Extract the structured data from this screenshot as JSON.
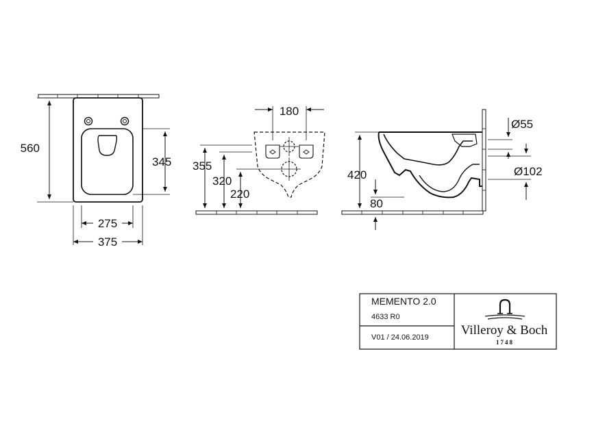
{
  "views": {
    "top": {
      "height_label": "560",
      "seat_depth_label": "345",
      "inner_width_label": "275",
      "outer_width_label": "375"
    },
    "back": {
      "fixing_spacing_label": "180",
      "fixing_height_label": "355",
      "inlet_height_label": "320",
      "outlet_height_label": "220"
    },
    "side": {
      "height_label": "420",
      "floor_gap_label": "80",
      "inlet_diameter_label": "Ø55",
      "outlet_diameter_label": "Ø102"
    }
  },
  "title_block": {
    "product_name": "MEMENTO 2.0",
    "article_number": "4633 R0",
    "version": "V01 / 24.06.2019",
    "brand_name": "Villeroy & Boch",
    "brand_year": "1748"
  }
}
